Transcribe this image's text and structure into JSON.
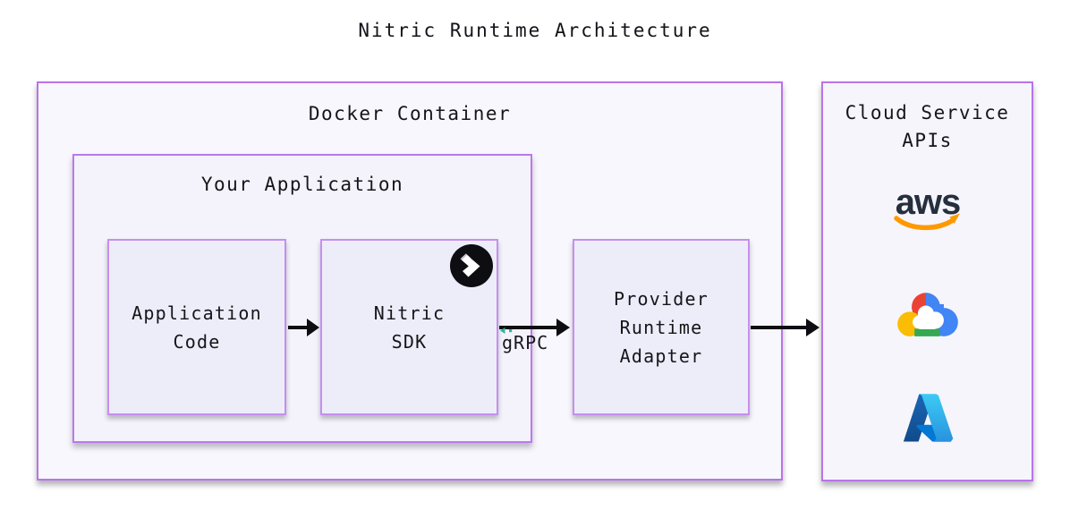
{
  "title": "Nitric Runtime Architecture",
  "containers": {
    "docker": {
      "label": "Docker Container"
    },
    "your_app": {
      "label": "Your Application"
    },
    "cloud": {
      "label_lines": [
        "Cloud Service",
        "APIs"
      ]
    }
  },
  "nodes": {
    "app_code": {
      "lines": [
        "Application",
        "Code"
      ]
    },
    "nitric_sdk": {
      "lines": [
        "Nitric",
        "SDK"
      ],
      "badge_icon": "nitric-logo"
    },
    "provider_adapter": {
      "lines": [
        "Provider",
        "Runtime",
        "Adapter"
      ]
    }
  },
  "edges": [
    {
      "from": "application-code",
      "to": "nitric-sdk",
      "label": ""
    },
    {
      "from": "nitric-sdk",
      "to": "provider-runtime-adapter",
      "label": "gRPC"
    },
    {
      "from": "provider-runtime-adapter",
      "to": "cloud-service-apis",
      "label": ""
    }
  ],
  "cloud_providers": [
    {
      "name": "AWS",
      "icon": "aws-logo",
      "wordmark": "aws"
    },
    {
      "name": "Google Cloud",
      "icon": "google-cloud-logo"
    },
    {
      "name": "Microsoft Azure",
      "icon": "azure-logo"
    }
  ],
  "colors": {
    "container_border": "#b973ea",
    "node_border": "#c68fef",
    "container_bg": "#f8f7fd",
    "inner_container_bg": "#f4f3fb",
    "node_bg": "#ededf9",
    "text": "#15151a",
    "arrow": "#0e0e12",
    "grpc_teal": "#2bb5a5",
    "aws_navy": "#252f3e",
    "aws_orange": "#ff9900",
    "gcp_red": "#EA4335",
    "gcp_blue": "#4285F4",
    "gcp_green": "#34A853",
    "gcp_yellow": "#FBBC05",
    "azure_dark": "#114A8B",
    "azure_mid": "#0669BC",
    "azure_flat": "#0078D4",
    "azure_light_top": "#3CCBF4",
    "azure_light_bottom": "#2892DF",
    "nitric_black": "#0d0d12",
    "nitric_gray": "#c9c6cf"
  }
}
